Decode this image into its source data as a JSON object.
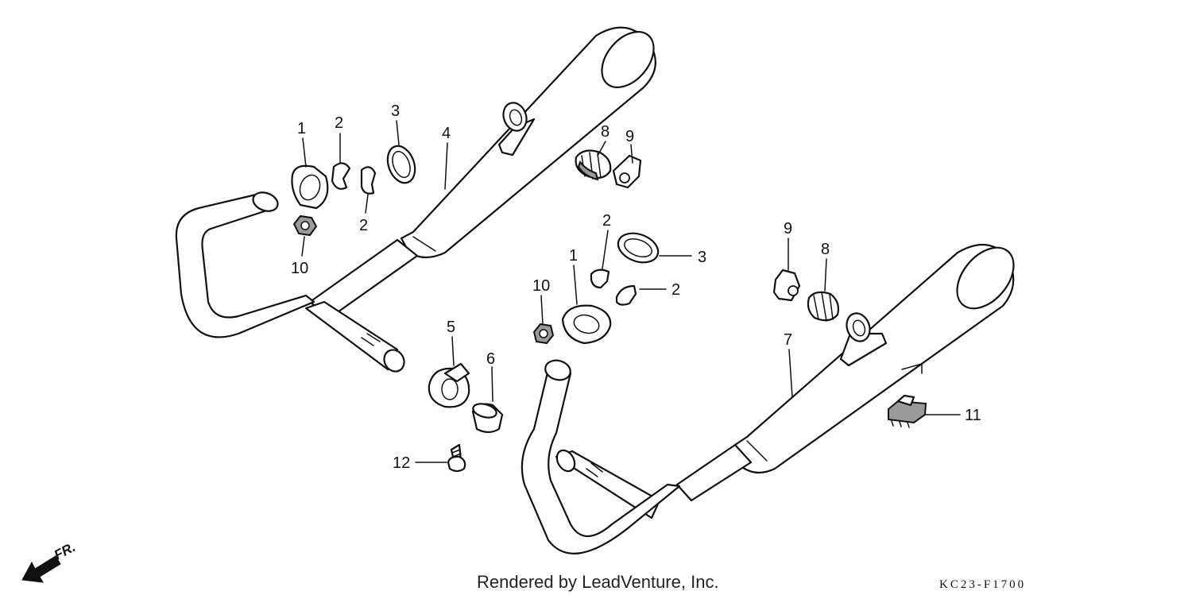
{
  "diagram": {
    "callouts": [
      {
        "id": "c1a",
        "text": "1"
      },
      {
        "id": "c2a",
        "text": "2"
      },
      {
        "id": "c3a",
        "text": "3"
      },
      {
        "id": "c4",
        "text": "4"
      },
      {
        "id": "c2b",
        "text": "2"
      },
      {
        "id": "c10a",
        "text": "10"
      },
      {
        "id": "c8a",
        "text": "8"
      },
      {
        "id": "c9a",
        "text": "9"
      },
      {
        "id": "c2c",
        "text": "2"
      },
      {
        "id": "c3b",
        "text": "3"
      },
      {
        "id": "c1b",
        "text": "1"
      },
      {
        "id": "c2d",
        "text": "2"
      },
      {
        "id": "c10b",
        "text": "10"
      },
      {
        "id": "c9b",
        "text": "9"
      },
      {
        "id": "c8b",
        "text": "8"
      },
      {
        "id": "c5",
        "text": "5"
      },
      {
        "id": "c6",
        "text": "6"
      },
      {
        "id": "c7",
        "text": "7"
      },
      {
        "id": "c11",
        "text": "11"
      },
      {
        "id": "c12",
        "text": "12"
      }
    ],
    "direction_label": "FR.",
    "footer": "Rendered by LeadVenture, Inc.",
    "code": "KC23-F1700"
  }
}
